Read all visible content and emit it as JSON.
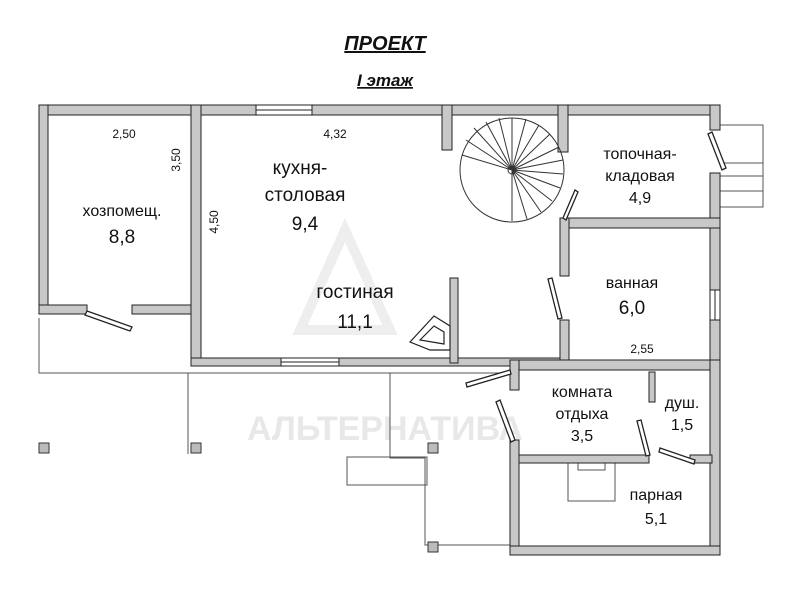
{
  "header": {
    "title": "ПРОЕКТ",
    "subtitle": "I этаж"
  },
  "watermark": {
    "brand": "АЛЬТЕРНАТИВА"
  },
  "rooms": {
    "utility": {
      "name": "хозпомещ.",
      "area": "8,8"
    },
    "kitchen": {
      "name_line1": "кухня-",
      "name_line2": "столовая",
      "area": "9,4"
    },
    "living": {
      "name": "гостиная",
      "area": "11,1"
    },
    "boiler": {
      "name_line1": "топочная-",
      "name_line2": "кладовая",
      "area": "4,9"
    },
    "bathroom": {
      "name": "ванная",
      "area": "6,0"
    },
    "rest": {
      "name_line1": "комната",
      "name_line2": "отдыха",
      "area": "3,5"
    },
    "shower": {
      "name": "душ.",
      "area": "1,5"
    },
    "steam": {
      "name": "парная",
      "area": "5,1"
    }
  },
  "dimensions": {
    "utility_width": "2,50",
    "utility_depth": "3,50",
    "kitchen_width": "4,32",
    "kitchen_depth": "4,50",
    "bath_width": "2,55"
  },
  "colors": {
    "wall": "#c8c8c8",
    "wall_stroke": "#222222",
    "line": "#333333",
    "watermark": "#e6e6e6"
  }
}
